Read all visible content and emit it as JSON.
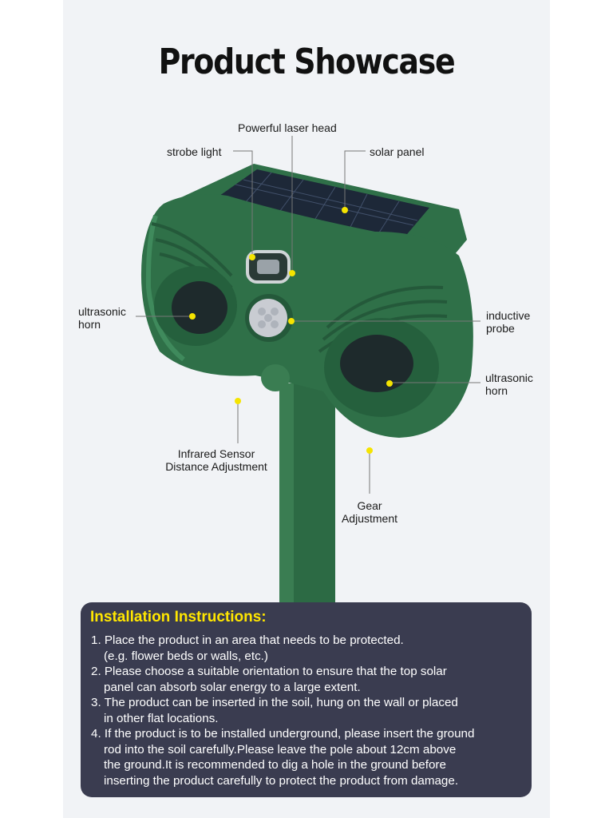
{
  "title": "Product Showcase",
  "labels": {
    "laser_head": "Powerful laser head",
    "strobe_light": "strobe light",
    "solar_panel": "solar panel",
    "horn_left": "ultrasonic\nhorn",
    "inductive_probe": "inductive\nprobe",
    "horn_right": "ultrasonic\nhorn",
    "infrared": "Infrared Sensor\nDistance Adjustment",
    "gear": "Gear\nAdjustment"
  },
  "colors": {
    "device_green": "#2f7048",
    "marker": "#f5e400",
    "panel_bg": "#3a3c50",
    "heading": "#ffe600"
  },
  "instructions": {
    "heading": "Installation Instructions:",
    "steps": [
      "1. Place the product in an area that needs to be protected.\n(e.g. flower beds or walls, etc.)",
      "2. Please choose a suitable orientation to ensure that the top solar\npanel can absorb solar energy to a large extent.",
      "3. The product can be inserted in the soil, hung on the wall or placed\nin other flat locations.",
      "4. If the product is to be installed underground, please insert the ground\nrod into the soil carefully.Please leave the pole about 12cm above\nthe ground.It is recommended to dig a hole in the ground before\ninserting the product carefully to protect the product from damage."
    ]
  }
}
